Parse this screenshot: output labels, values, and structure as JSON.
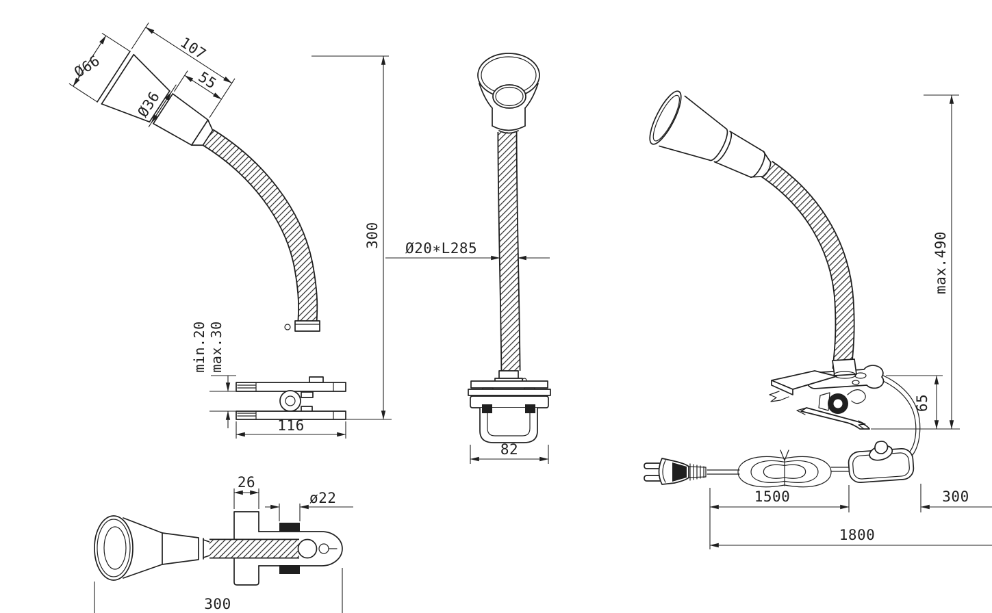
{
  "drawing": {
    "background": "#ffffff",
    "line_color": "#1f1f1f",
    "subject": "clip-on gooseneck lamp dimensional drawing",
    "views": {
      "side": {
        "labels": {
          "d66": "Ø66",
          "l107": "107",
          "l55": "55",
          "d36": "Ø36",
          "h300": "300",
          "min20": "min.20",
          "max30": "max.30",
          "w116": "116"
        }
      },
      "front": {
        "labels": {
          "tube": "Ø20∗L285",
          "w82": "82"
        }
      },
      "perspective": {
        "labels": {
          "max490": "max.490",
          "h65": "65",
          "c1500": "1500",
          "c300": "300",
          "c1800": "1800"
        }
      },
      "top": {
        "labels": {
          "w26": "26",
          "d22": "ø22",
          "l300": "300"
        }
      }
    }
  }
}
